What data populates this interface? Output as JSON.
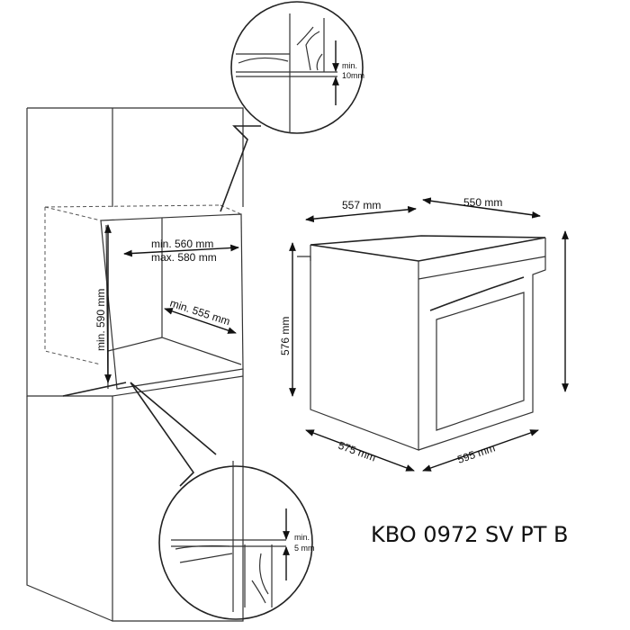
{
  "niche": {
    "width_min": "min. 560 mm",
    "width_max": "max. 580 mm",
    "height_min": "min. 590 mm",
    "depth_min": "min. 555 mm"
  },
  "detail_top": {
    "line1": "min.",
    "line2": "10mm"
  },
  "detail_bottom": {
    "line1": "min.",
    "line2": "5  mm"
  },
  "oven": {
    "depth_top": "557 mm",
    "width_top": "550 mm",
    "height": "576 mm",
    "depth_bottom": "575 mm",
    "width_bottom": "595 mm"
  },
  "model": "KBO 0972 SV PT B"
}
